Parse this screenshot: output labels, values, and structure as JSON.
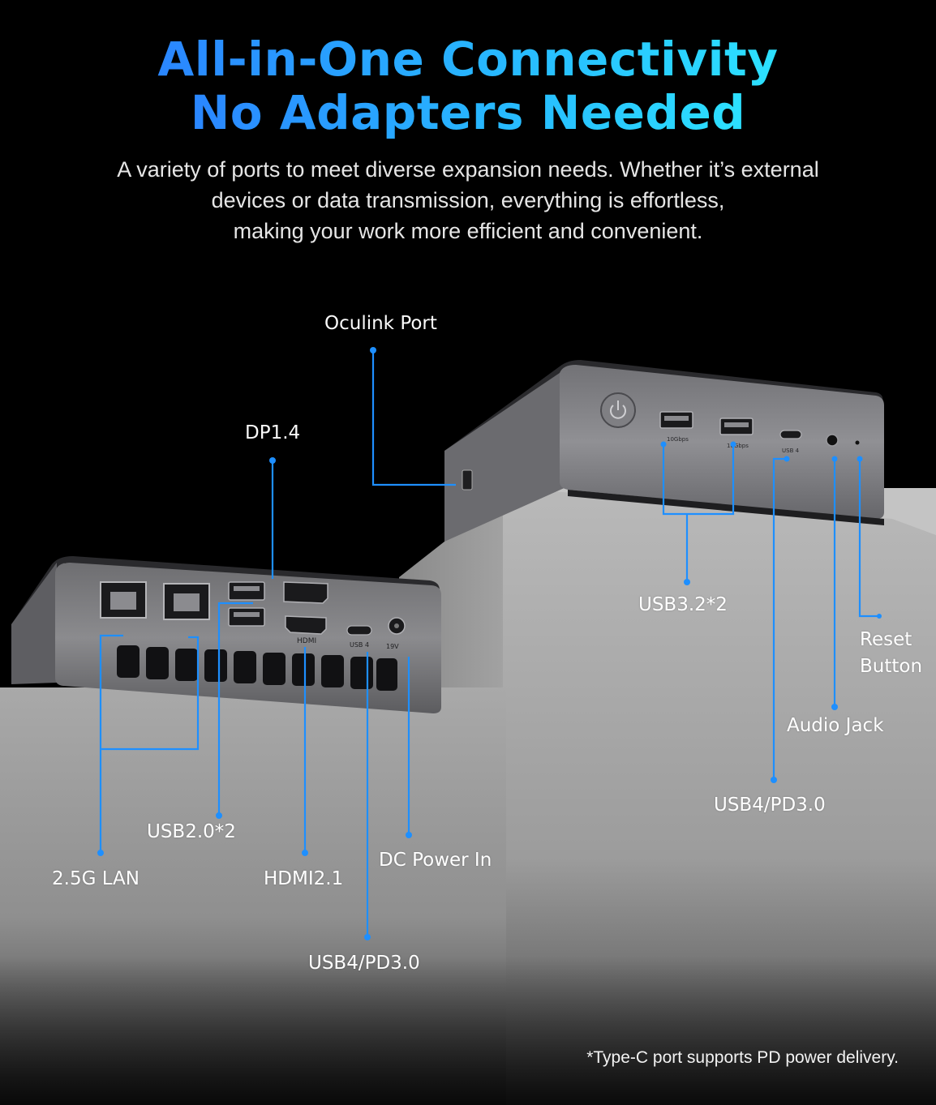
{
  "headline": {
    "line1": "All-in-One Connectivity",
    "line2": "No Adapters Needed"
  },
  "subtitle": {
    "line1": "A variety of ports to meet diverse expansion needs. Whether it’s external",
    "line2": "devices or data transmission, everything is effortless,",
    "line3": "making your work more efficient and convenient."
  },
  "callouts": {
    "oculink": "Oculink Port",
    "dp": "DP1.4",
    "usb32": "USB3.2*2",
    "reset_line1": "Reset",
    "reset_line2": "Button",
    "audio": "Audio Jack",
    "usb4_right": "USB4/PD3.0",
    "usb20": "USB2.0*2",
    "lan": "2.5G LAN",
    "hdmi": "HDMI2.1",
    "dc": "DC Power In",
    "usb4_left": "USB4/PD3.0"
  },
  "device_markings": {
    "hdmi": "HDMI",
    "usb4_left": "USB 4",
    "dc": "19V",
    "usb_a_speed": "10Gbps",
    "usb4_right": "USB 4"
  },
  "footnote": "*Type-C port supports PD power delivery.",
  "colors": {
    "accent_line": "#1e8fff",
    "gradient_start": "#2a86ff",
    "gradient_end": "#2ce1ff",
    "background": "#000000"
  }
}
